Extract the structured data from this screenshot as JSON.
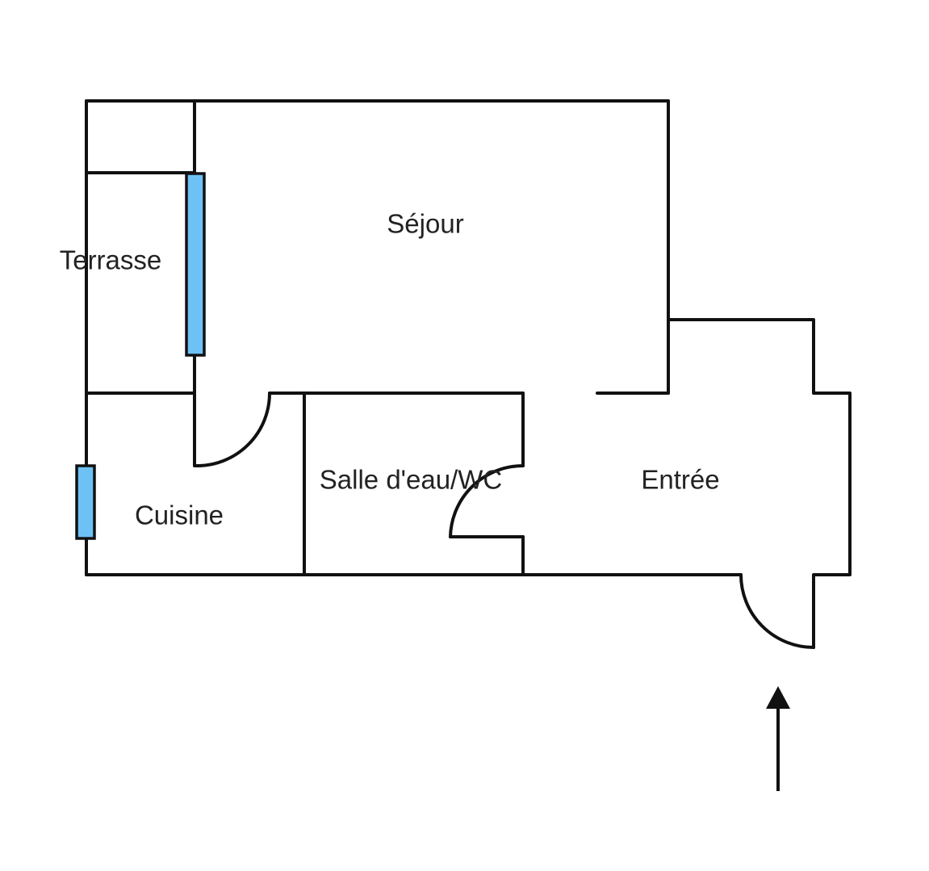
{
  "title": "Plan",
  "rooms": {
    "sejour": "Séjour",
    "terrasse": "Terrasse",
    "cuisine": "Cuisine",
    "salle_eau": "Salle d'eau/WC",
    "entree": "Entrée"
  },
  "colors": {
    "wall": "#111111",
    "window": "#6ec1f5"
  },
  "icons": {
    "entrance": "arrow-up-icon"
  }
}
